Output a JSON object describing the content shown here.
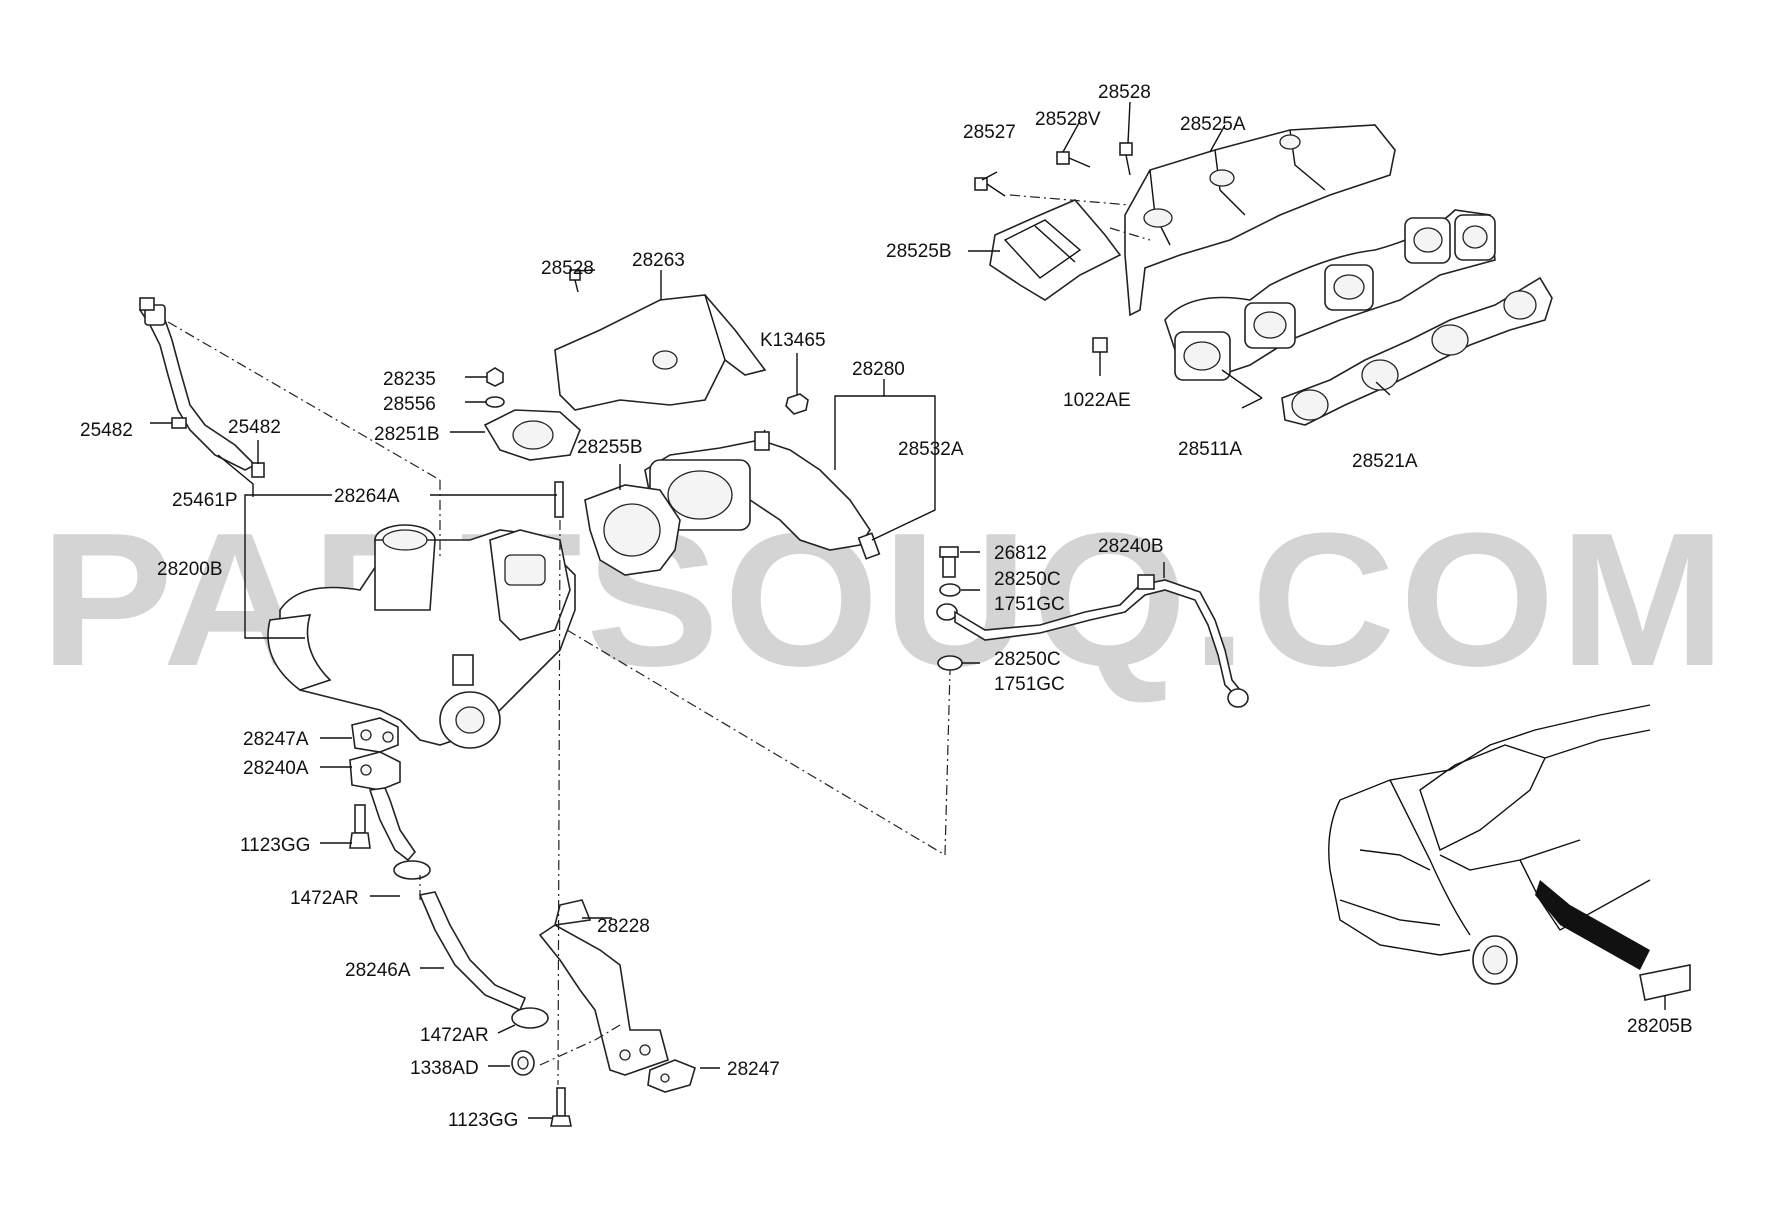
{
  "watermark": "PARTSOUQ.COM",
  "labels": {
    "l28528_top": "28528",
    "l28528V": "28528V",
    "l28527": "28527",
    "l28525A": "28525A",
    "l28525B": "28525B",
    "l28263": "28263",
    "l28528_mid": "28528",
    "lK13465": "K13465",
    "l1022AE": "1022AE",
    "l28280": "28280",
    "l28235": "28235",
    "l28556": "28556",
    "l28251B": "28251B",
    "l28255B": "28255B",
    "l28532A": "28532A",
    "l28511A": "28511A",
    "l28521A": "28521A",
    "l25482_left": "25482",
    "l25482_right": "25482",
    "l25461P": "25461P",
    "l28264A": "28264A",
    "l28200B": "28200B",
    "l26812": "26812",
    "l28240B": "28240B",
    "l28250C_1": "28250C",
    "l1751GC_1": "1751GC",
    "l28250C_2": "28250C",
    "l1751GC_2": "1751GC",
    "l28247A": "28247A",
    "l28240A": "28240A",
    "l1123GG_1": "1123GG",
    "l1472AR_1": "1472AR",
    "l28228": "28228",
    "l28246A": "28246A",
    "l1472AR_2": "1472AR",
    "l1338AD": "1338AD",
    "l28247": "28247",
    "l1123GG_2": "1123GG",
    "l28205B": "28205B"
  }
}
